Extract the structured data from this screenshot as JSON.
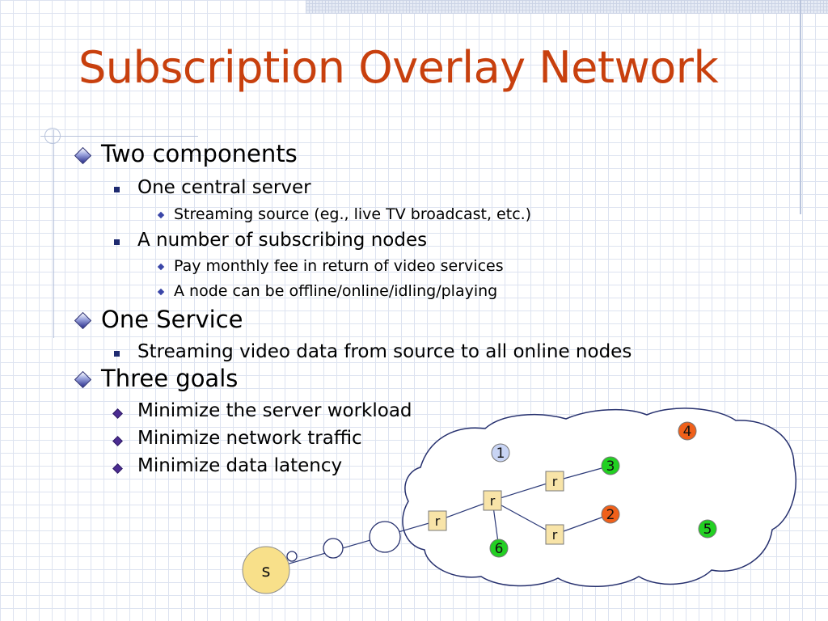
{
  "slide": {
    "title": "Subscription Overlay Network",
    "bullets": [
      {
        "text": "Two components",
        "children": [
          {
            "text": "One central server",
            "children": [
              {
                "text": "Streaming source (eg., live TV broadcast, etc.)"
              }
            ]
          },
          {
            "text": "A number of subscribing nodes",
            "children": [
              {
                "text": "Pay monthly fee in return of video services"
              },
              {
                "text": "A node can be offline/online/idling/playing"
              }
            ]
          }
        ]
      },
      {
        "text": "One Service",
        "children": [
          {
            "text": "Streaming video data from source to all online nodes"
          }
        ]
      },
      {
        "text": "Three goals",
        "children": [
          {
            "text": "Minimize the server workload"
          },
          {
            "text": "Minimize network traffic"
          },
          {
            "text": "Minimize data latency"
          }
        ]
      }
    ]
  },
  "diagram": {
    "source_label": "s",
    "router_label": "r",
    "nodes": [
      {
        "id": "1",
        "label": "1",
        "state": "offline",
        "color": "#c8d4f4"
      },
      {
        "id": "2",
        "label": "2",
        "state": "playing",
        "color": "#f0601a"
      },
      {
        "id": "3",
        "label": "3",
        "state": "online",
        "color": "#22d022"
      },
      {
        "id": "4",
        "label": "4",
        "state": "playing",
        "color": "#f0601a"
      },
      {
        "id": "5",
        "label": "5",
        "state": "online",
        "color": "#22d022"
      },
      {
        "id": "6",
        "label": "6",
        "state": "online",
        "color": "#22d022"
      }
    ],
    "colors": {
      "source": "#f8e08a",
      "router": "#f8e4a8",
      "edge": "#2c3a78",
      "cloud_stroke": "#26306e"
    }
  }
}
